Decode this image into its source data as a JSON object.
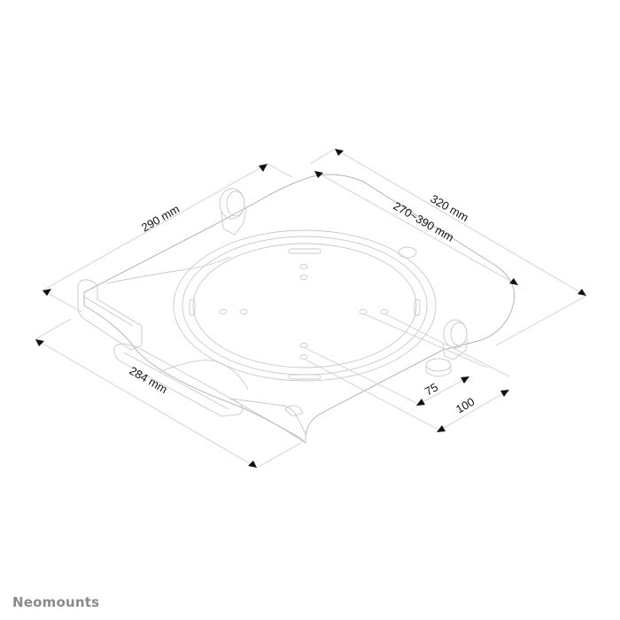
{
  "diagram": {
    "subject": "laptop tray",
    "line_color": "#c9c9c9",
    "label_color": "#111111",
    "dimensions": {
      "depth_top": "290 mm",
      "width_top": "320 mm",
      "adjustable_width": "270~390 mm",
      "width_bottom": "284 mm",
      "vesa_small": "75",
      "vesa_large": "100"
    }
  },
  "brand": {
    "name": "Neomounts",
    "color": "#8a8a8a"
  }
}
